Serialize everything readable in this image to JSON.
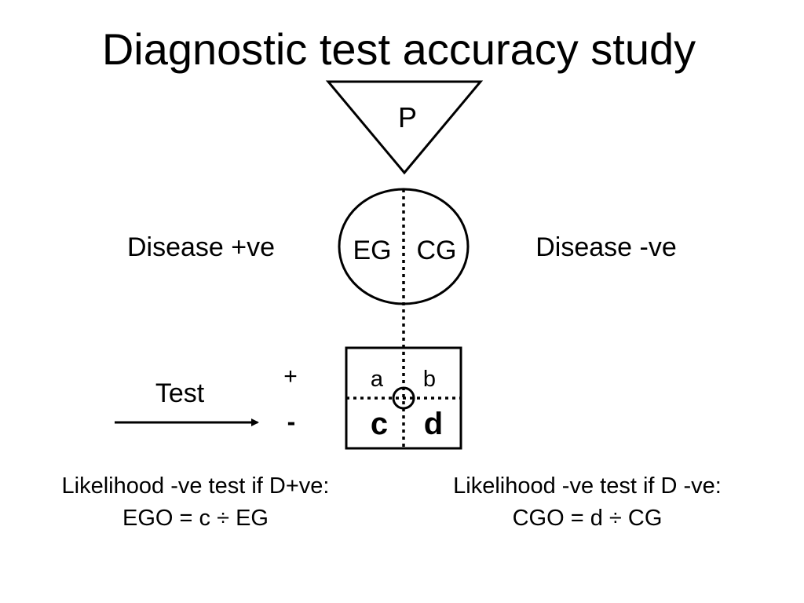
{
  "title": "Diagnostic test accuracy study",
  "population_label": "P",
  "groups": {
    "left_label": "Disease +ve",
    "right_label": "Disease -ve",
    "exposed": "EG",
    "control": "CG"
  },
  "test": {
    "label": "Test",
    "plus": "+",
    "minus": "-"
  },
  "table": {
    "a": "a",
    "b": "b",
    "c": "c",
    "d": "d"
  },
  "formulas": {
    "left_line1": "Likelihood -ve test if D+ve:",
    "left_line2": "EGO = c ÷ EG",
    "right_line1": "Likelihood -ve test if D -ve:",
    "right_line2": "CGO = d ÷ CG"
  }
}
